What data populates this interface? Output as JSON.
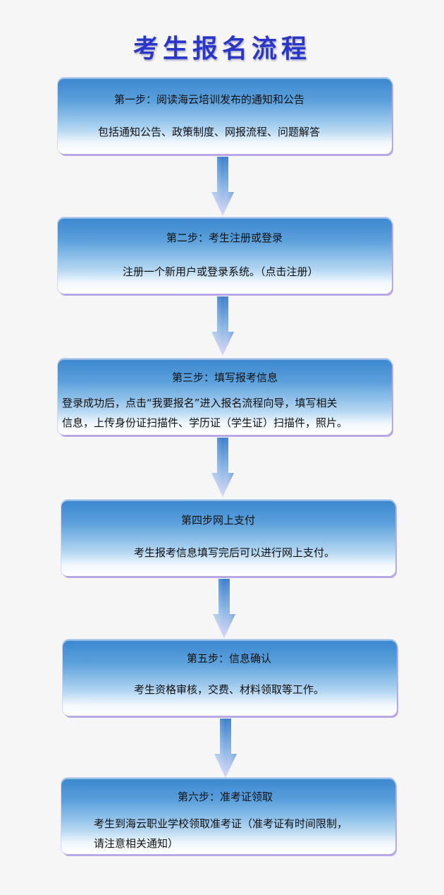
{
  "title": "考生报名流程",
  "steps": [
    {
      "heading": "第一步：阅读海云培训发布的通知和公告",
      "detail": [
        "包括通知公告、政策制度、网报流程、问题解答"
      ]
    },
    {
      "heading": "第二步：考生注册或登录",
      "detail": [
        "注册一个新用户或登录系统。（点击注册）"
      ]
    },
    {
      "heading": "第三步：填写报考信息",
      "detail": [
        "登录成功后，点击“我要报名”进入报名流程向导，填写相关",
        "信息，上传身份证扫描件、学历证（学生证）扫描件，照片。"
      ]
    },
    {
      "heading": "第四步网上支付",
      "detail": [
        "考生报考信息填写完后可以进行网上支付。"
      ]
    },
    {
      "heading": "第五步：信息确认",
      "detail": [
        "考生资格审核，交费、材料领取等工作。"
      ]
    },
    {
      "heading": "第六步：准考证领取",
      "detail": [
        "考生到海云职业学校领取准考证（准考证有时间限制，",
        "请注意相关通知）"
      ]
    }
  ],
  "colors": {
    "title": "#2a36c8",
    "box_top": "#3b86cf",
    "box_bottom": "#ffffff",
    "box_shadow": "#b8a8e4",
    "arrow_top": "#3a7fcb",
    "arrow_bottom": "#dcd6f6"
  }
}
